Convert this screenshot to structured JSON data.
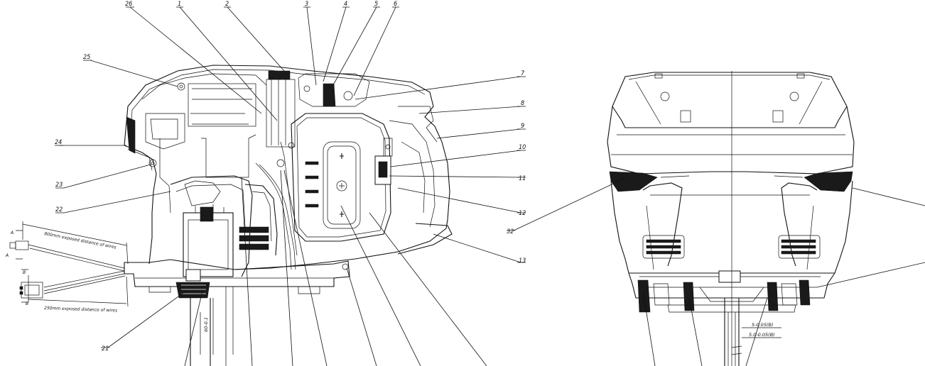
{
  "callouts": {
    "left_top": [
      "26",
      "1",
      "2",
      "3",
      "4",
      "5",
      "6"
    ],
    "left_side": [
      "25",
      "24",
      "23",
      "22",
      "21"
    ],
    "right_side": [
      "7",
      "8",
      "9",
      "10",
      "11",
      "12",
      "13"
    ],
    "right_view": [
      "32"
    ]
  },
  "wire_notes": {
    "upper": "800mm exposed distance of wires",
    "lower": "250mm exposed distance of wires"
  },
  "connector_labels": {
    "a_top": "A",
    "a_bottom": "A",
    "b_top": "B",
    "b_bottom": "B"
  },
  "dimensions": {
    "left_vertical": "60-0.1",
    "right_top": "5-0.05(B)",
    "right_bottom": "5.0-0.05(B)"
  }
}
